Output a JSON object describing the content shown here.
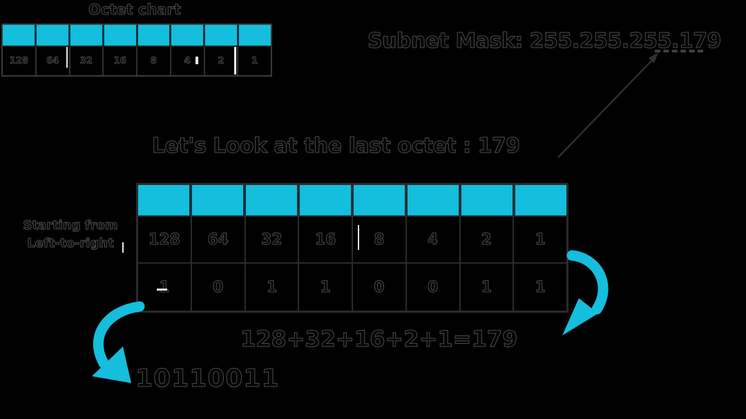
{
  "octet_chart": {
    "title": "Octet chart",
    "values": [
      "128",
      "64",
      "32",
      "16",
      "8",
      "4",
      "2",
      "1"
    ]
  },
  "subnet_mask_heading": "Subnet Mask: 255.255.255.179",
  "last_octet_heading": "Let's Look at the last octet : 179",
  "main_table": {
    "place_values": [
      "128",
      "64",
      "32",
      "16",
      "8",
      "4",
      "2",
      "1"
    ],
    "bits": [
      "1",
      "0",
      "1",
      "1",
      "0",
      "0",
      "1",
      "1"
    ]
  },
  "reading_note": {
    "line1": "Starting from",
    "line2": "Left-to-right"
  },
  "sum_formula": "128+32+16+2+1=179",
  "binary_result": "10110011",
  "colors": {
    "accent_cyan": "#14bedc",
    "background": "#000000",
    "text_ink": "#050505",
    "text_outline": "#4e4e4e",
    "grid_line": "#2b2b2b",
    "header_divider": "#123038",
    "cursor_artifact": "#ffffff"
  },
  "icons": {
    "annotation_arrow": "thin-arrow-pointing-up-right",
    "left_curved_arrow": "cyan-curved-arrow-down-right",
    "right_curved_arrow": "cyan-curved-arrow-down-left"
  }
}
